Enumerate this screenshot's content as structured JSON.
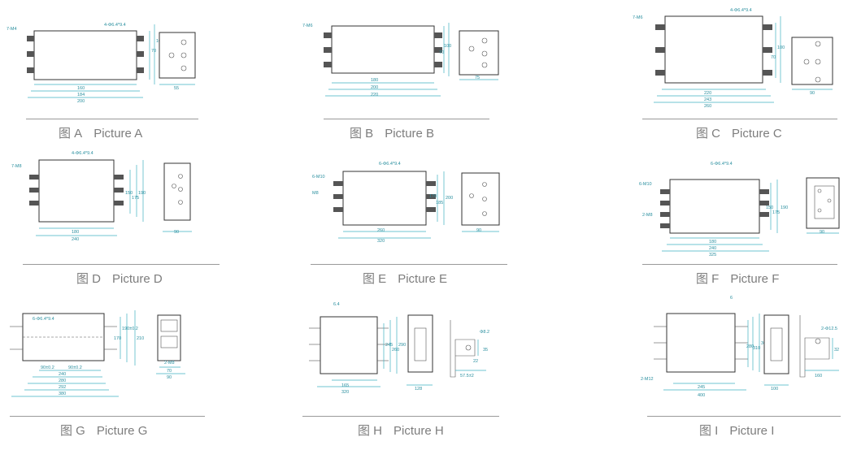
{
  "accent_color": "#3fb0c0",
  "figures": [
    {
      "id": "A",
      "caption_zh": "图 A",
      "caption_en": "Picture A",
      "labels": {
        "thread": "7-M4",
        "holes": "4-Φ6.4*9.4",
        "w1": "160",
        "w2": "184",
        "w3": "200",
        "h1": "70",
        "h2": "100",
        "depth": "55"
      }
    },
    {
      "id": "B",
      "caption_zh": "图 B",
      "caption_en": "Picture B",
      "labels": {
        "thread": "7-M6",
        "w1": "180",
        "w2": "200",
        "w3": "220",
        "h1": "70",
        "h2": "100",
        "depth": "75"
      }
    },
    {
      "id": "C",
      "caption_zh": "图 C",
      "caption_en": "Picture C",
      "labels": {
        "thread": "7-M6",
        "holes": "4-Φ6.4*9.4",
        "w1": "220",
        "w2": "243",
        "w3": "260",
        "h1": "70",
        "h2": "100",
        "depth": "90"
      }
    },
    {
      "id": "D",
      "caption_zh": "图 D",
      "caption_en": "Picture D",
      "labels": {
        "thread": "7-M8",
        "holes": "4-Φ6.4*9.4",
        "w1": "180",
        "w2": "240",
        "h1": "150",
        "h2": "175",
        "h3": "190",
        "depth": "90"
      }
    },
    {
      "id": "E",
      "caption_zh": "图 E",
      "caption_en": "Picture E",
      "labels": {
        "thread": "6-M10",
        "thread2": "M8",
        "holes": "6-Φ6.4*9.4",
        "w1": "260",
        "w2": "320",
        "h1": "170",
        "h2": "185",
        "h3": "200",
        "depth": "90"
      }
    },
    {
      "id": "F",
      "caption_zh": "图 F",
      "caption_en": "Picture F",
      "labels": {
        "thread": "6-M10",
        "thread2": "2-M8",
        "holes": "6-Φ6.4*9.4",
        "w1": "180",
        "w2": "240",
        "w3": "325",
        "h1": "150",
        "h2": "175",
        "h3": "190",
        "depth": "90"
      }
    },
    {
      "id": "G",
      "caption_zh": "图 G",
      "caption_en": "Picture G",
      "labels": {
        "holes": "6-Φ6.4*9.4",
        "pitch1": "90±0.2",
        "pitch2": "90±0.2",
        "w1": "240",
        "w2": "280",
        "w3": "292",
        "w4": "380",
        "h1": "170",
        "h2": "190±0.2",
        "h3": "210",
        "thread2": "2-M8",
        "side1": "70",
        "side2": "90"
      }
    },
    {
      "id": "H",
      "caption_zh": "图 H",
      "caption_en": "Picture H",
      "labels": {
        "top": "6.4",
        "w1": "165",
        "w2": "320",
        "h1": "245",
        "h2": "260",
        "h3": "290",
        "depth": "128",
        "hole": "Φ8.2",
        "d1": "35",
        "d2": "22",
        "d3": "57.5±2"
      }
    },
    {
      "id": "I",
      "caption_zh": "图 I",
      "caption_en": "Picture I",
      "labels": {
        "top": "6",
        "thread": "2-M12",
        "w1": "245",
        "w2": "400",
        "h1": "280",
        "h2": "310",
        "h3": "360",
        "depth": "100",
        "hole": "2-Φ12.5",
        "d1": "160",
        "d2": "32"
      }
    }
  ]
}
